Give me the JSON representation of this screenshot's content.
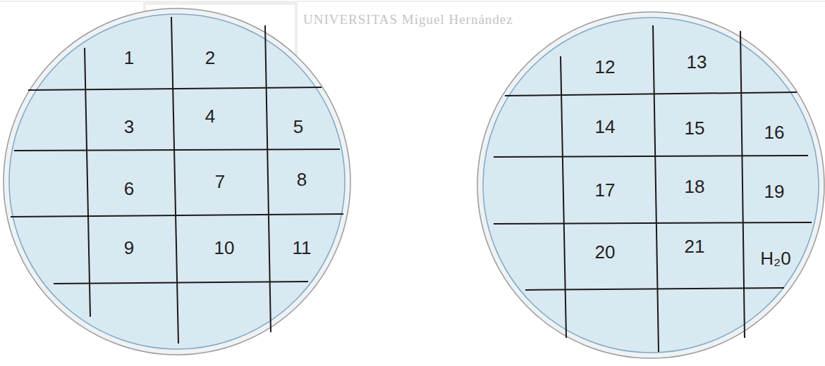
{
  "diagram": {
    "labels": [
      "UNIVERSITAS Miguel Hernández",
      "1",
      "2",
      "3",
      "4",
      "5",
      "6",
      "7",
      "8",
      "9",
      "10",
      "11",
      "12",
      "13",
      "14",
      "15",
      "16",
      "17",
      "18",
      "19",
      "20",
      "21",
      "H₂0"
    ]
  }
}
